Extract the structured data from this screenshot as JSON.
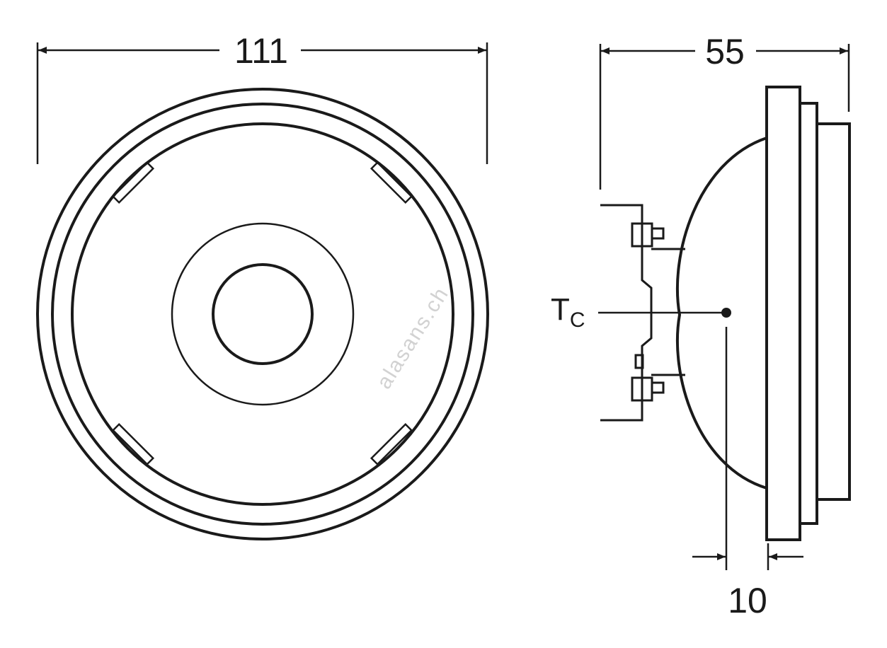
{
  "diagram": {
    "dimension_width": "111",
    "dimension_depth": "55",
    "dimension_offset": "10",
    "tc_label": "T",
    "tc_subscript": "C",
    "watermark": "alasans.ch"
  },
  "colors": {
    "line": "#1a1a1a",
    "watermark": "#d2d2d2"
  }
}
